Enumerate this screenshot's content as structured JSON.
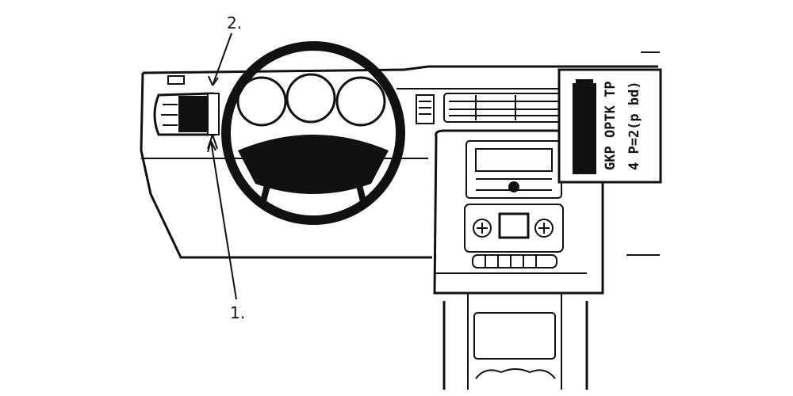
{
  "callouts": {
    "one": "1.",
    "two": "2."
  },
  "phone_display": {
    "line1": "GKP OPTK TP",
    "line2": "4 P=2(p bd)"
  },
  "colors": {
    "ink": "#111111",
    "background": "#ffffff",
    "fill_dark": "#111111"
  }
}
